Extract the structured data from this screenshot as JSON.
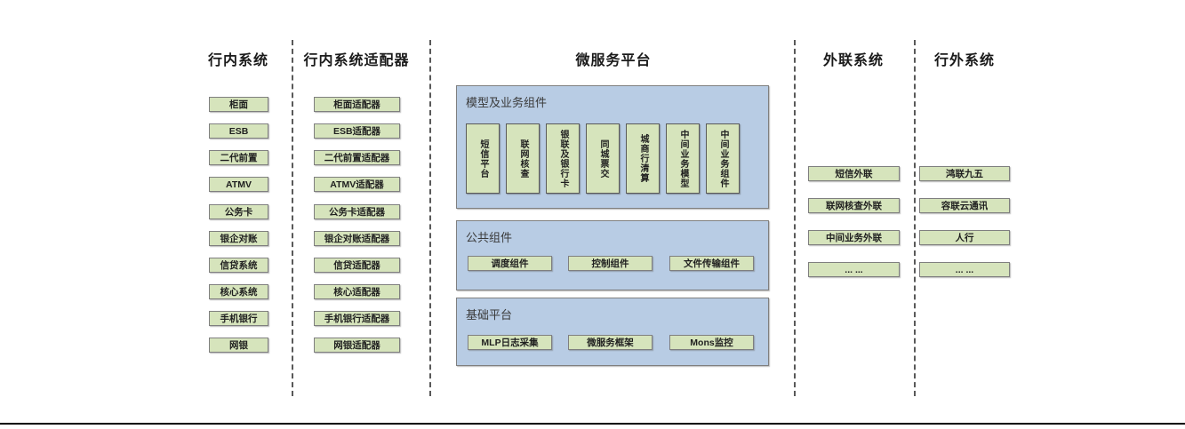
{
  "diagram": {
    "columns": {
      "internal": {
        "title": "行内系统",
        "items": [
          "柜面",
          "ESB",
          "二代前置",
          "ATMV",
          "公务卡",
          "银企对账",
          "信贷系统",
          "核心系统",
          "手机银行",
          "网银"
        ]
      },
      "adapters": {
        "title": "行内系统适配器",
        "items": [
          "柜面适配器",
          "ESB适配器",
          "二代前置适配器",
          "ATMV适配器",
          "公务卡适配器",
          "银企对账适配器",
          "信贷适配器",
          "核心适配器",
          "手机银行适配器",
          "网银适配器"
        ]
      },
      "platform": {
        "title": "微服务平台",
        "sections": {
          "model": {
            "title": "模型及业务组件",
            "items": [
              "短信平台",
              "联网核查",
              "银联及银行卡",
              "同城票交",
              "城商行清算",
              "中间业务模型",
              "中间业务组件"
            ]
          },
          "common": {
            "title": "公共组件",
            "items": [
              "调度组件",
              "控制组件",
              "文件传输组件"
            ]
          },
          "base": {
            "title": "基础平台",
            "items": [
              "MLP日志采集",
              "微服务框架",
              "Mons监控"
            ]
          }
        }
      },
      "outreach": {
        "title": "外联系统",
        "items": [
          "短信外联",
          "联网核查外联",
          "中间业务外联",
          "... ..."
        ]
      },
      "external": {
        "title": "行外系统",
        "items": [
          "鸿联九五",
          "容联云通讯",
          "人行",
          "... ..."
        ]
      }
    },
    "colors": {
      "node_green": "#d6e4bc",
      "panel_blue": "#b8cce4",
      "border_gray": "#7f7f7f",
      "divider_gray": "#595959",
      "bottom_rule": "#000000"
    }
  }
}
